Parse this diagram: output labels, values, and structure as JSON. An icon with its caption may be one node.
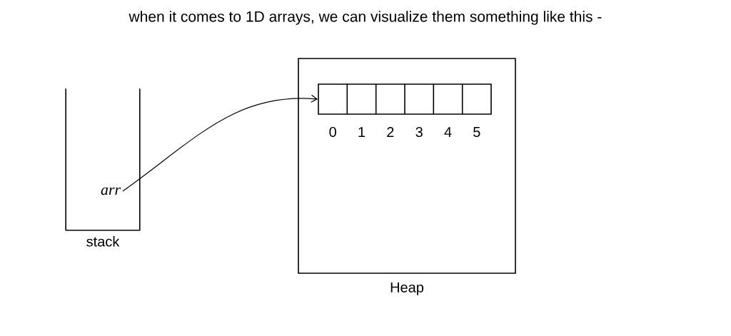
{
  "diagram": {
    "title": "when it comes to 1D arrays, we can visualize them something like this -",
    "nodes": [
      {
        "text": [
          "stack"
        ]
      },
      {
        "text": [
          "arr"
        ],
        "in": 0
      },
      {
        "text": [
          "Heap"
        ]
      },
      {
        "text": [],
        "shape": "box",
        "in": 2,
        "beside": [
          "0",
          "1",
          "2",
          "3",
          "4",
          "5"
        ]
      }
    ],
    "edges": [
      {
        "from": 1,
        "to": 3,
        "arrow": "to"
      }
    ]
  }
}
